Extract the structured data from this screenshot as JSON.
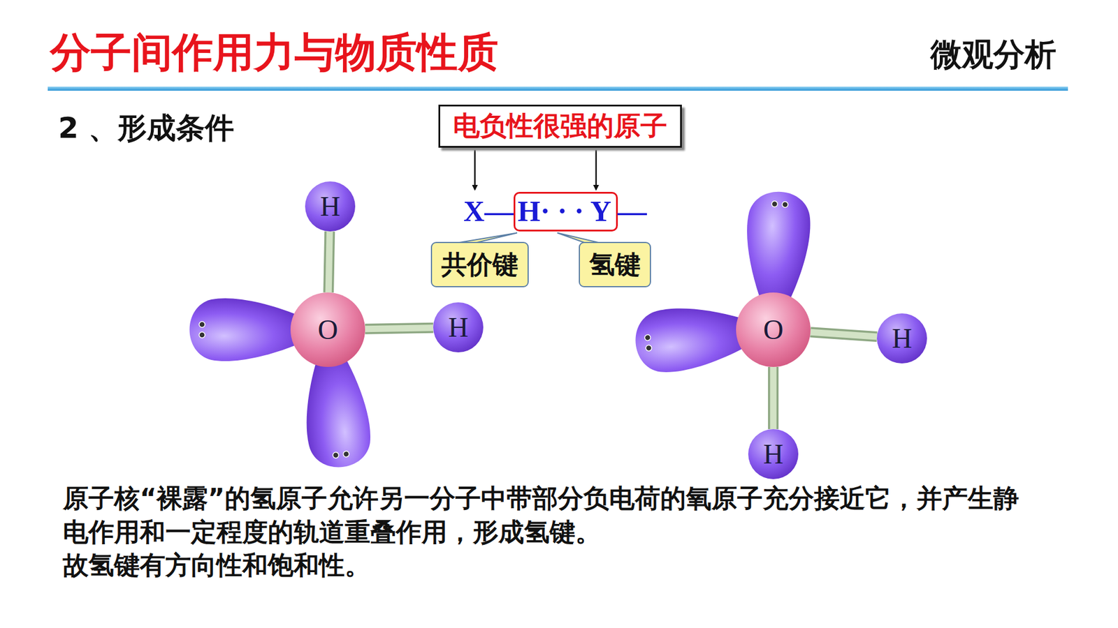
{
  "diagram": {
    "title": "分子间作用力与物质性质",
    "nodes": [
      {
        "text": [
          "电负性很强的原子"
        ]
      },
      {
        "text": [
          "H· · · Y"
        ]
      },
      {
        "text": [
          "共价键"
        ]
      },
      {
        "text": [
          "氢键"
        ]
      },
      {
        "text": [
          "H"
        ]
      },
      {
        "text": [
          "O"
        ]
      },
      {
        "text": [
          "H"
        ]
      },
      {
        "text": [
          "O"
        ]
      },
      {
        "text": [
          "H"
        ]
      },
      {
        "text": [
          "H"
        ]
      }
    ],
    "edges": [
      {
        "from": 5,
        "to": 4,
        "arrow": "none"
      },
      {
        "from": 5,
        "to": 6,
        "arrow": "none"
      },
      {
        "from": 7,
        "to": 8,
        "arrow": "none"
      },
      {
        "from": 7,
        "to": 9,
        "arrow": "none"
      }
    ],
    "labels": [
      "微观分析",
      "2 、形成条件",
      "X—",
      "—",
      "原子核“裸露”的氢原子允许另一分子中带部分负电荷的氧原子充分接近它，并产生静电作用和一定程度的轨道重叠作用，形成氢键。",
      "故氢键有方向性和饱和性。"
    ]
  }
}
